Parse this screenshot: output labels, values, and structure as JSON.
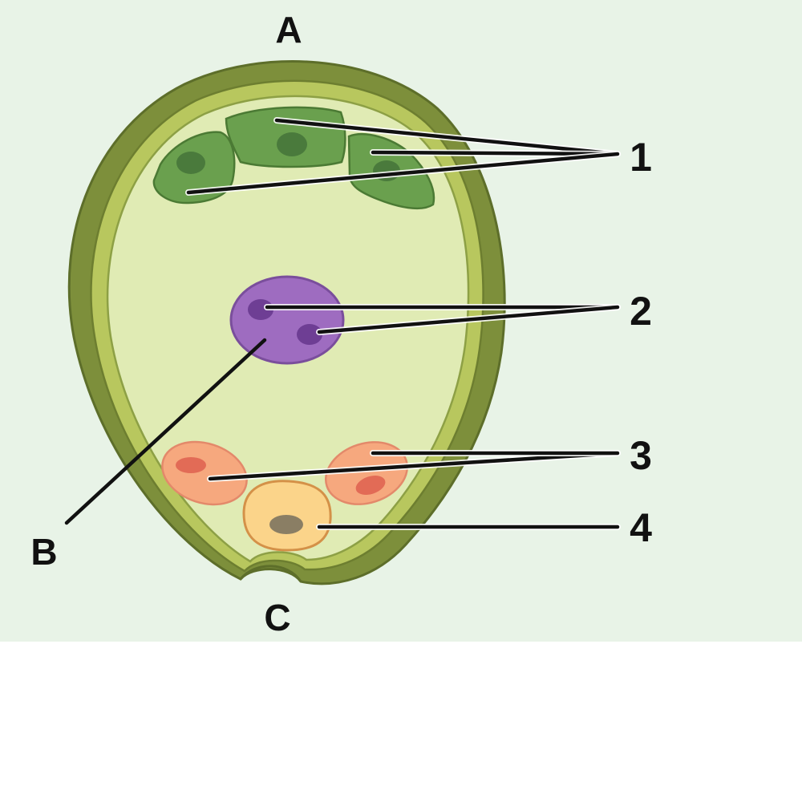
{
  "labels": {
    "A": "A",
    "B": "B",
    "C": "C",
    "n1": "1",
    "n2": "2",
    "n3": "3",
    "n4": "4"
  },
  "colors": {
    "background": "#e8f3e7",
    "outer_wall": "#7d8f3b",
    "inner_wall": "#b8c75e",
    "cytoplasm": "#e0ebb4",
    "antipodal_cell": "#6aa04e",
    "antipodal_nucleus": "#4a7a3c",
    "central_cell": "#9e6cc0",
    "polar_nucleus": "#6e3e94",
    "synergid_cell": "#f6a87e",
    "synergid_nucleus": "#e26b56",
    "egg_cell": "#fbd48a",
    "egg_nucleus": "#8a7e64",
    "leader_line": "#111111"
  }
}
